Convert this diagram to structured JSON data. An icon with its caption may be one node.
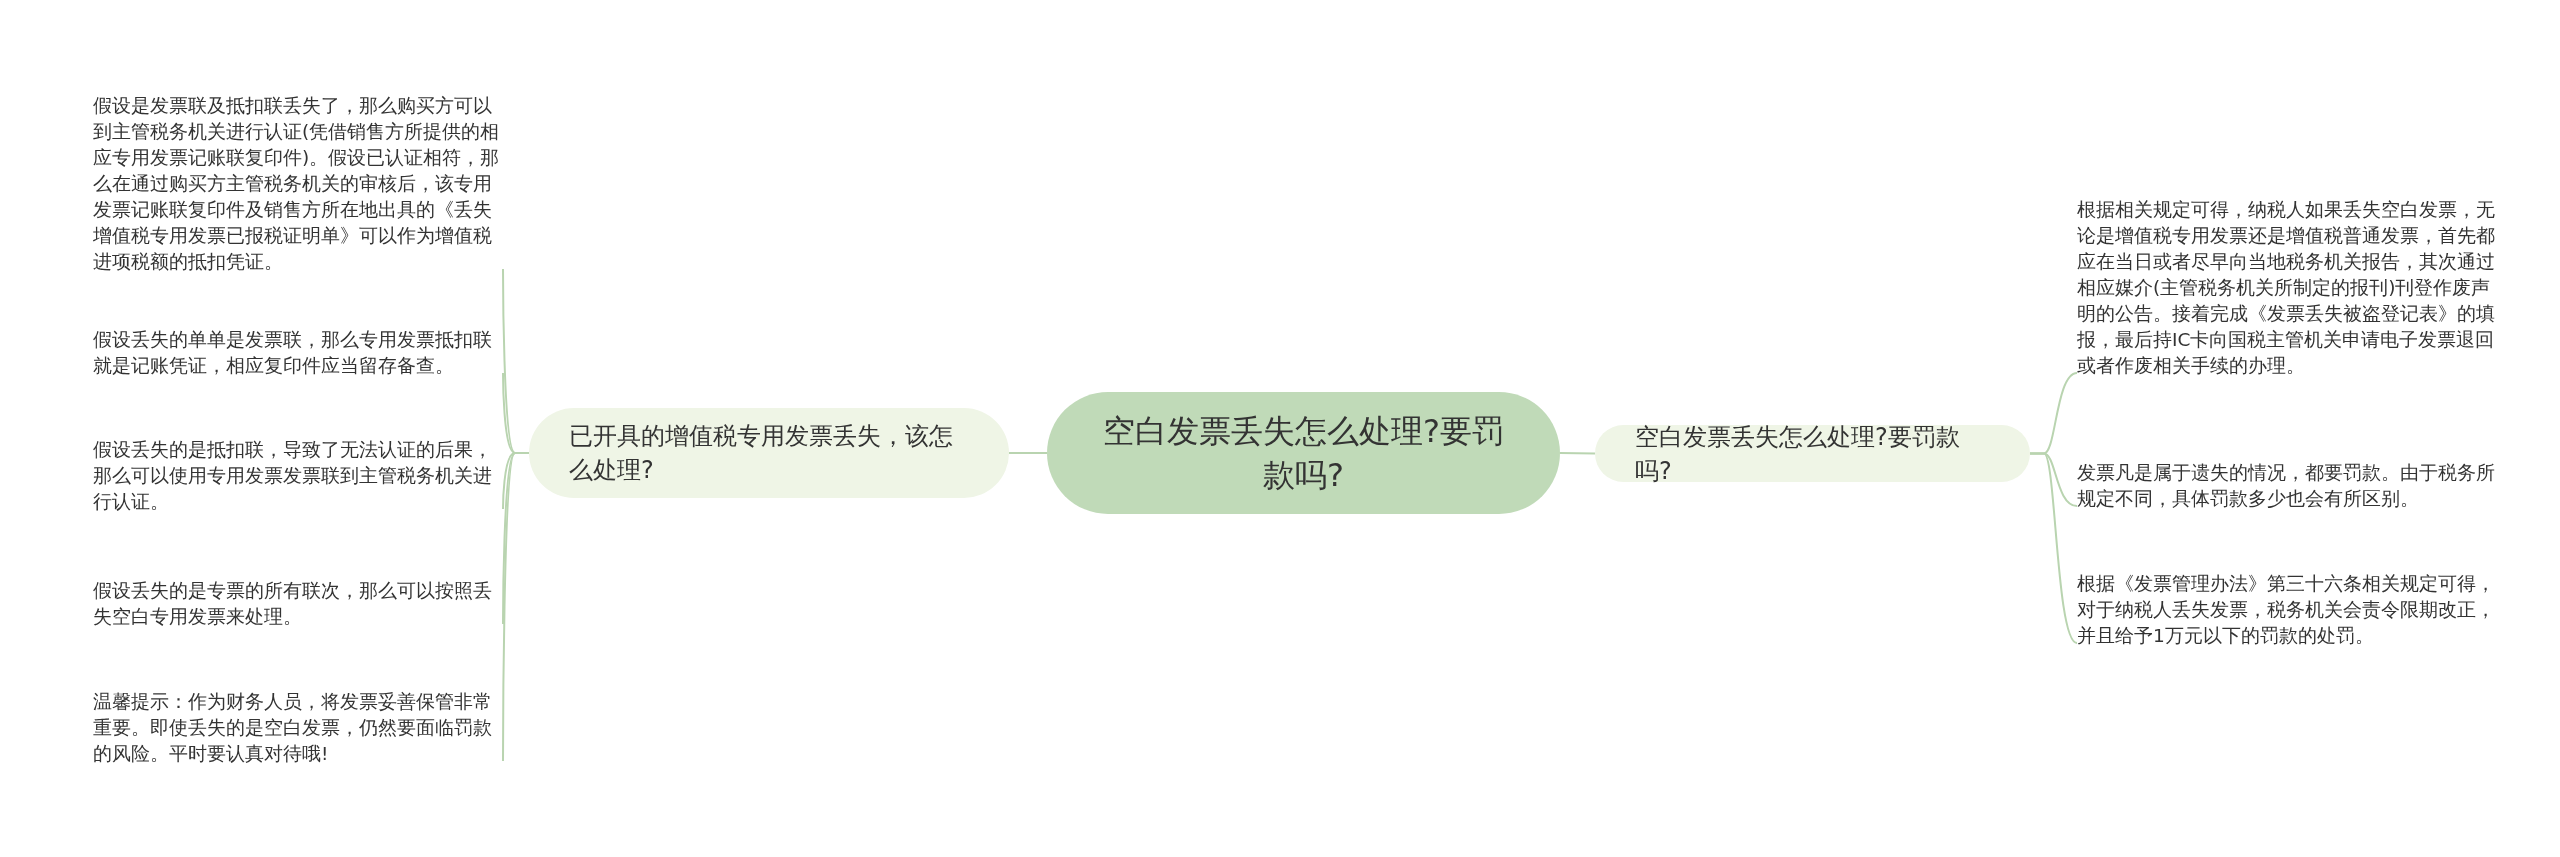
{
  "diagram": {
    "nodes": [
      {
        "text": [
          "空白发票丢失怎么处理?要罚款吗?"
        ]
      },
      {
        "text": [
          "已开具的增值税专用发票丢失，该怎么处理?"
        ]
      },
      {
        "text": [
          "空白发票丢失怎么处理?要罚款吗?"
        ]
      },
      {
        "text": [
          "假设是发票联及抵扣联丢失了，那么购买方可以到主管税务机关进行认证(凭借销售方所提供的相应专用发票记账联复印件)。假设已认证相符，那么在通过购买方主管税务机关的审核后，该专用发票记账联复印件及销售方所在地出具的《丢失增值税专用发票已报税证明单》可以作为增值税进项税额的抵扣凭证。"
        ]
      },
      {
        "text": [
          "假设丢失的单单是发票联，那么专用发票抵扣联就是记账凭证，相应复印件应当留存备查。"
        ]
      },
      {
        "text": [
          "假设丢失的是抵扣联，导致了无法认证的后果，那么可以使用专用发票发票联到主管税务机关进行认证。"
        ]
      },
      {
        "text": [
          "假设丢失的是专票的所有联次，那么可以按照丢失空白专用发票来处理。"
        ]
      },
      {
        "text": [
          "温馨提示：作为财务人员，将发票妥善保管非常重要。即使丢失的是空白发票，仍然要面临罚款的风险。平时要认真对待哦!"
        ]
      },
      {
        "text": [
          "根据相关规定可得，纳税人如果丢失空白发票，无论是增值税专用发票还是增值税普通发票，首先都应在当日或者尽早向当地税务机关报告，其次通过相应媒介(主管税务机关所制定的报刊)刊登作废声明的公告。接着完成《发票丢失被盗登记表》的填报，最后持IC卡向国税主管机关申请电子发票退回或者作废相关手续的办理。"
        ]
      },
      {
        "text": [
          "发票凡是属于遗失的情况，都要罚款。由于税务所规定不同，具体罚款多少也会有所区别。"
        ]
      },
      {
        "text": [
          "根据《发票管理办法》第三十六条相关规定可得，对于纳税人丢失发票，税务机关会责令限期改正，并且给予1万元以下的罚款的处罚。"
        ]
      }
    ],
    "edges": [
      {
        "from": 0,
        "to": 1,
        "arrow": "none"
      },
      {
        "from": 0,
        "to": 2,
        "arrow": "none"
      },
      {
        "from": 1,
        "to": 3,
        "arrow": "none"
      },
      {
        "from": 1,
        "to": 4,
        "arrow": "none"
      },
      {
        "from": 1,
        "to": 5,
        "arrow": "none"
      },
      {
        "from": 1,
        "to": 6,
        "arrow": "none"
      },
      {
        "from": 1,
        "to": 7,
        "arrow": "none"
      },
      {
        "from": 2,
        "to": 8,
        "arrow": "none"
      },
      {
        "from": 2,
        "to": 9,
        "arrow": "none"
      },
      {
        "from": 2,
        "to": 10,
        "arrow": "none"
      }
    ]
  }
}
